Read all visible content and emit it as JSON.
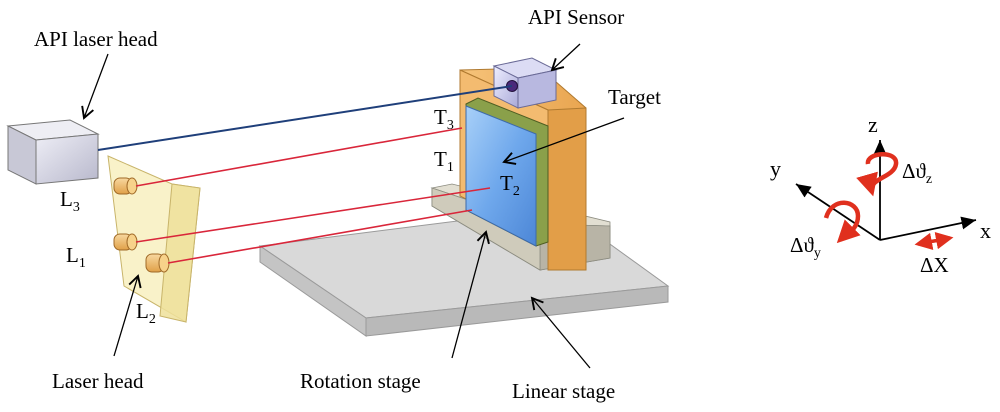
{
  "labels": {
    "api_laser_head": "API laser head",
    "api_sensor": "API Sensor",
    "target": "Target",
    "laser_head": "Laser head",
    "rotation_stage": "Rotation stage",
    "linear_stage": "Linear stage"
  },
  "lasers": [
    {
      "letter": "L",
      "sub": "3"
    },
    {
      "letter": "L",
      "sub": "1"
    },
    {
      "letter": "L",
      "sub": "2"
    }
  ],
  "targets": [
    {
      "letter": "T",
      "sub": "3"
    },
    {
      "letter": "T",
      "sub": "1"
    },
    {
      "letter": "T",
      "sub": "2"
    }
  ],
  "axes": {
    "z": "z",
    "y": "y",
    "x": "x",
    "d_theta_z_prefix": "Δϑ",
    "d_theta_z_sub": "z",
    "d_theta_y_prefix": "Δϑ",
    "d_theta_y_sub": "y",
    "dx": "ΔX"
  },
  "colors": {
    "laser_beam": "#d9263a",
    "api_beam": "#1f3f7a",
    "stage_top": "#d7d7d7",
    "orange_frame": "#f0b060",
    "target_blue": "#7fb6f0",
    "rotation_red": "#e0301e"
  }
}
